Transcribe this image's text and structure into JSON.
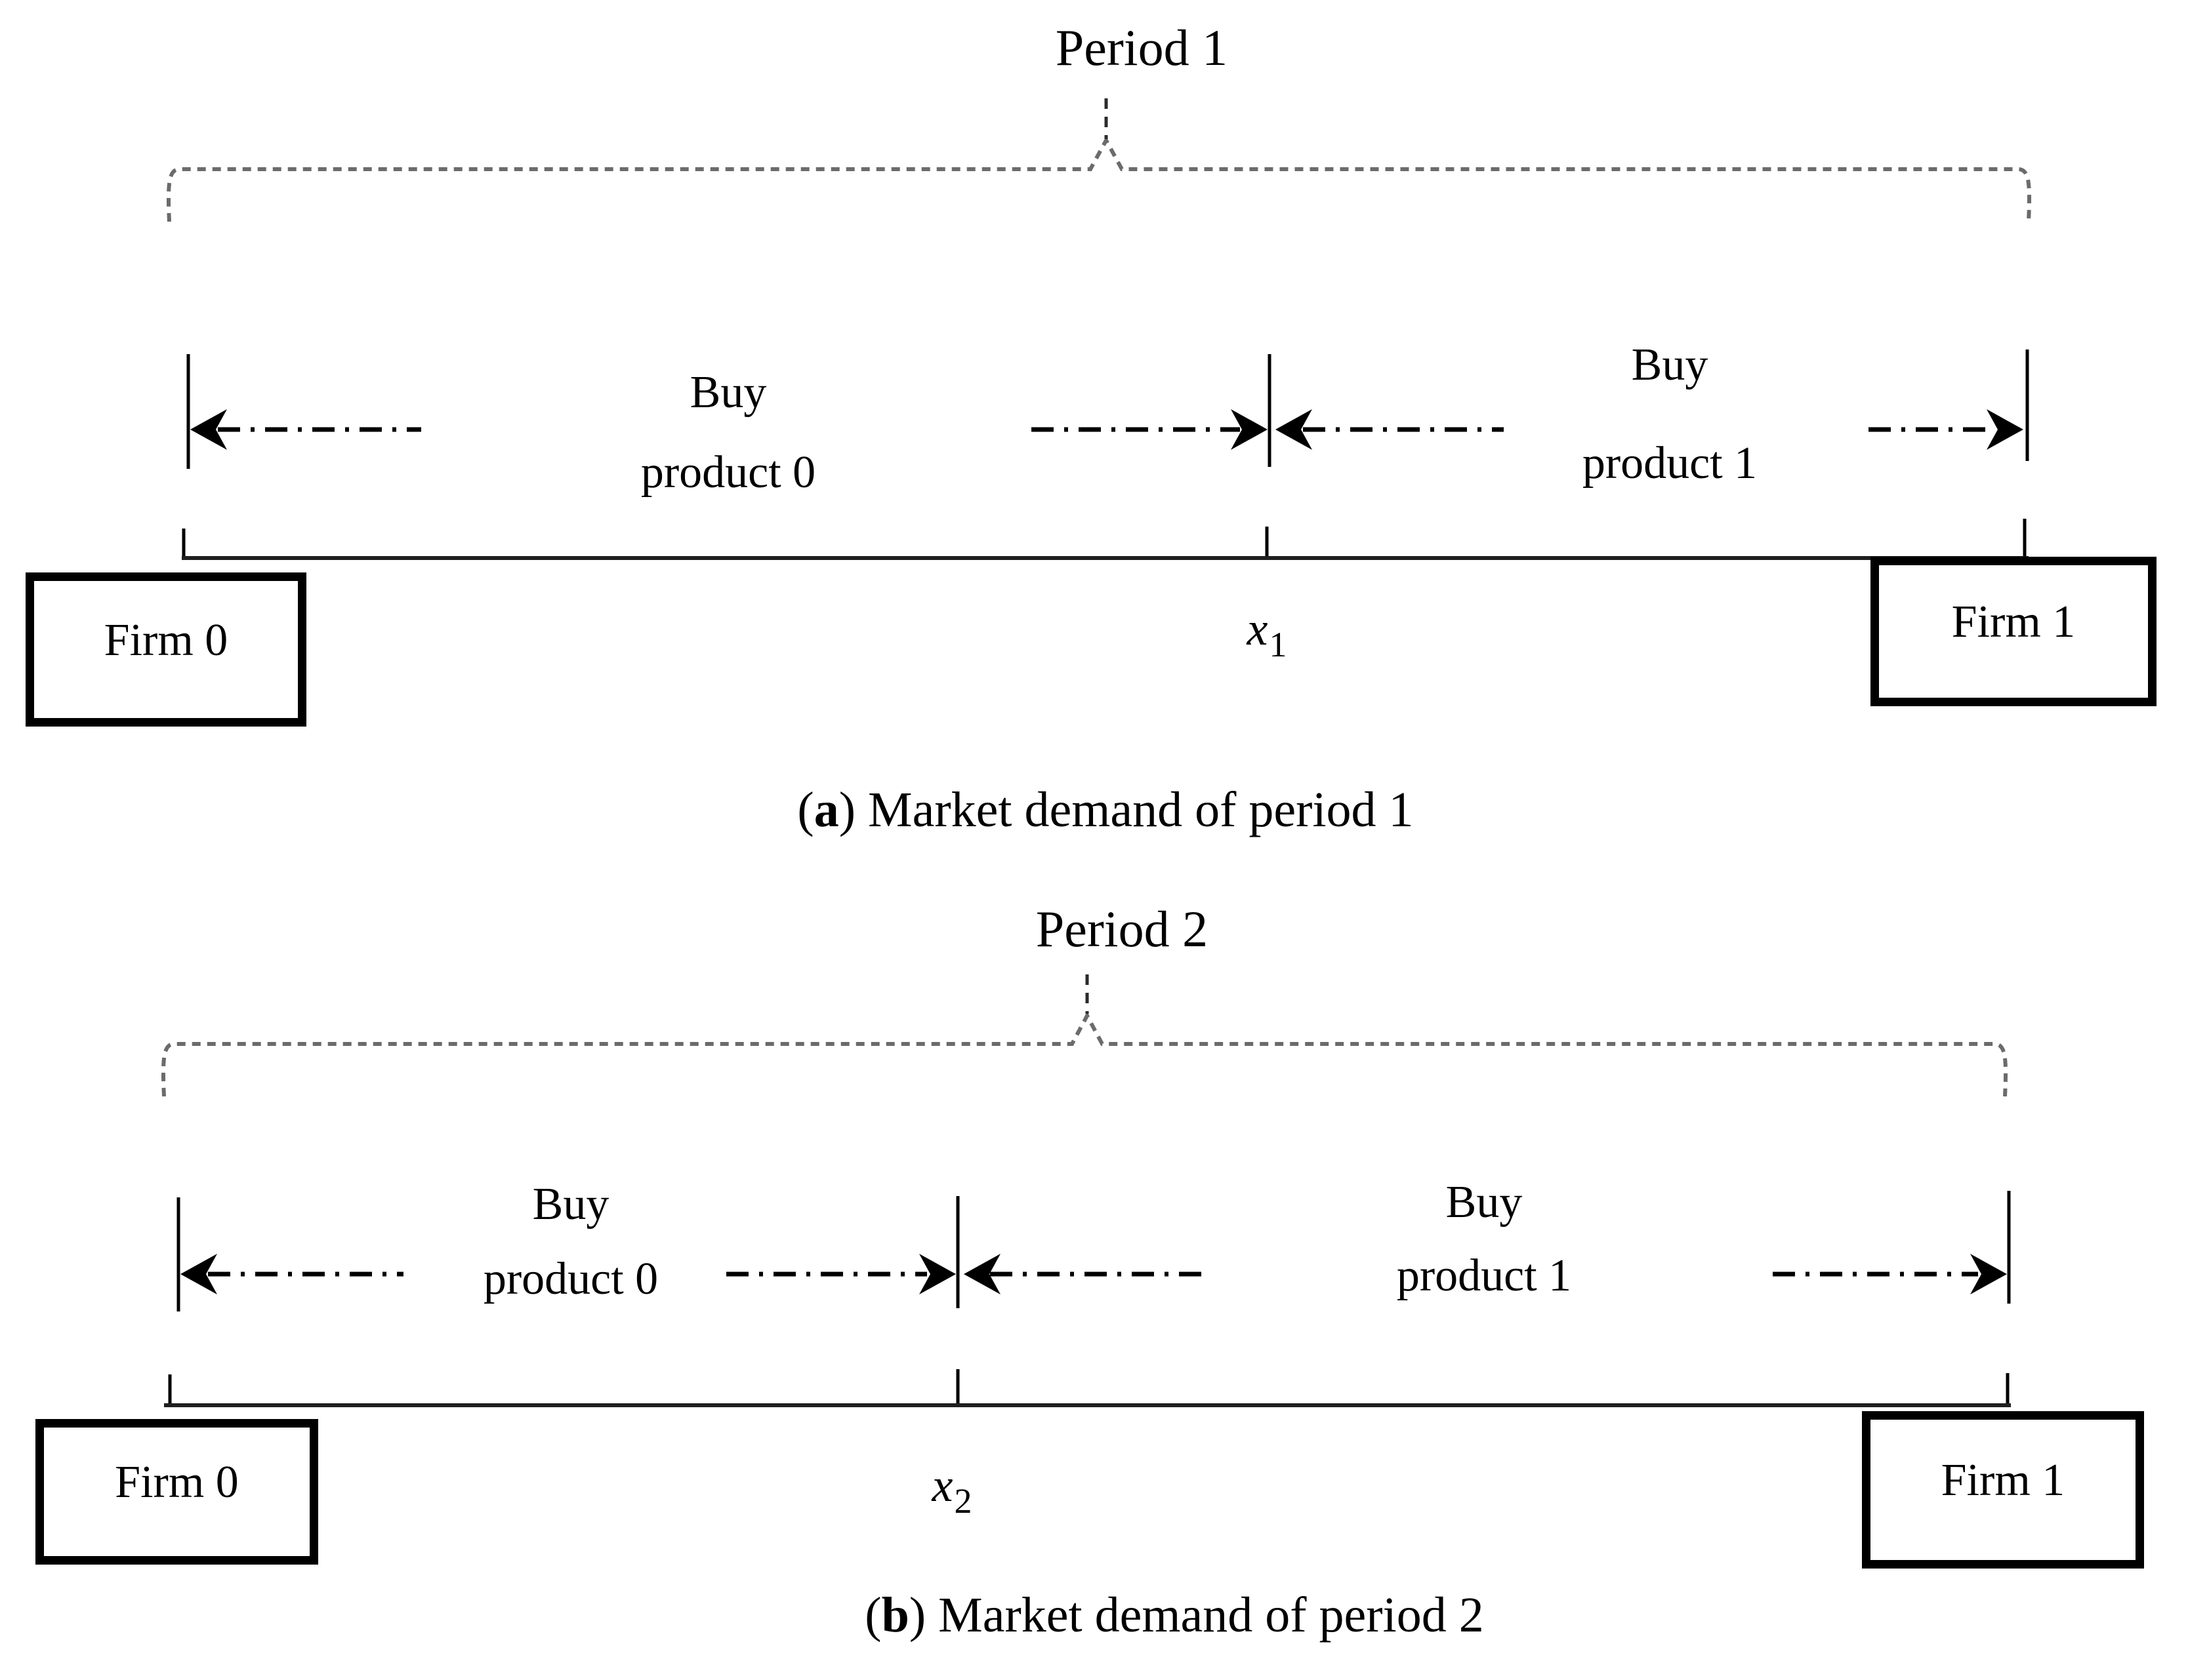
{
  "figure": {
    "panels": [
      {
        "id": "a",
        "period_label": "Period 1",
        "segments": [
          {
            "line1": "Buy",
            "line2": "product 0"
          },
          {
            "line1": "Buy",
            "line2": "product 1"
          }
        ],
        "firm_left": "Firm 0",
        "firm_right": "Firm 1",
        "boundary_var": "x",
        "boundary_sub": "1",
        "caption_paren_open": "(",
        "caption_letter": "a",
        "caption_rest": ") Market demand of period 1"
      },
      {
        "id": "b",
        "period_label": "Period 2",
        "segments": [
          {
            "line1": "Buy",
            "line2": "product 0"
          },
          {
            "line1": "Buy",
            "line2": "product 1"
          }
        ],
        "firm_left": "Firm 0",
        "firm_right": "Firm 1",
        "boundary_var": "x",
        "boundary_sub": "2",
        "caption_paren_open": "(",
        "caption_letter": "b",
        "caption_rest": ") Market demand of period 2"
      }
    ]
  },
  "colors": {
    "ink": "#000000",
    "brace_gray": "#6b6b6b",
    "axis_dark": "#1f1f1f"
  }
}
